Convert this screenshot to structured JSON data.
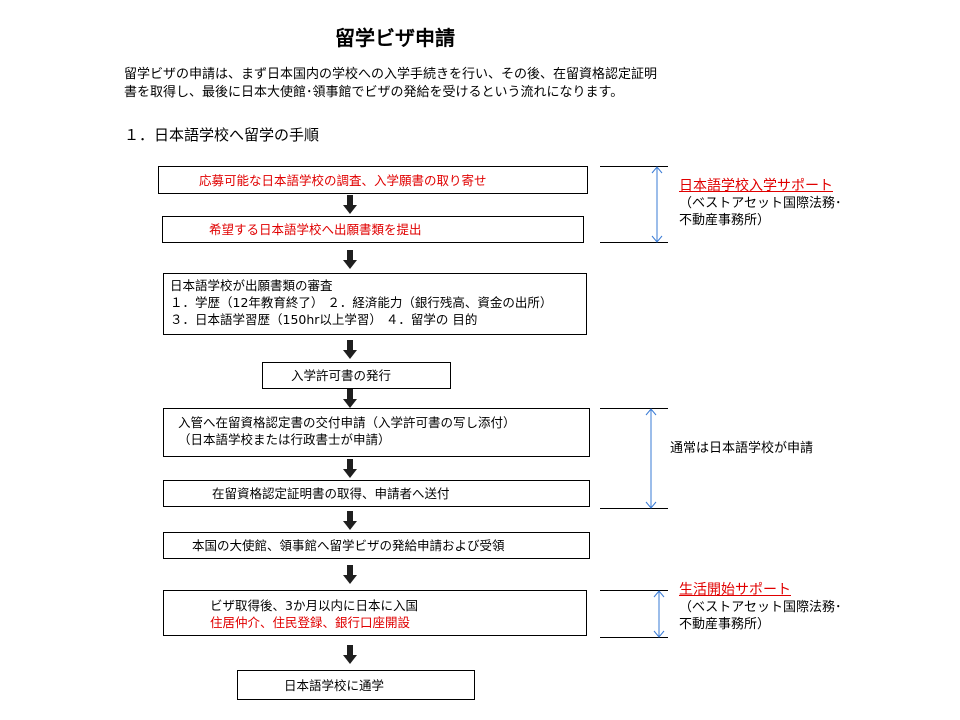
{
  "title": "留学ビザ申請",
  "intro": {
    "line1": "留学ビザの申請は、まず日本国内の学校への入学手続きを行い、その後、在留資格認定証明",
    "line2": "書を取得し、最後に日本大使館･領事館でビザの発給を受けるという流れになります。"
  },
  "section_heading": "１．日本語学校へ留学の手順",
  "steps": [
    {
      "lines": [
        "応募可能な日本語学校の調査、入学願書の取り寄せ"
      ]
    },
    {
      "lines": [
        "希望する日本語学校へ出願書類を提出"
      ]
    },
    {
      "lines": [
        "日本語学校が出願書類の審査",
        "１．学歴（12年教育終了）  ２．経済能力（銀行残高、資金の出所）",
        "３．日本語学習歴（150hr以上学習）   ４．留学の 目的"
      ]
    },
    {
      "lines": [
        "入学許可書の発行"
      ]
    },
    {
      "lines": [
        "入管へ在留資格認定書の交付申請（入学許可書の写し添付）",
        "（日本語学校または行政書士が申請）"
      ]
    },
    {
      "lines": [
        "在留資格認定証明書の取得、申請者へ送付"
      ]
    },
    {
      "lines": [
        "本国の大使館、領事館へ留学ビザの発給申請および受領"
      ]
    },
    {
      "lines": [
        "ビザ取得後、3か月以内に日本に入国",
        "住居仲介、住民登録、銀行口座開設"
      ]
    },
    {
      "lines": [
        "日本語学校に通学"
      ]
    }
  ],
  "side_notes": {
    "school_support": {
      "title": "日本語学校入学サポート",
      "line1": "（ベストアセット国際法務･",
      "line2": "不動産事務所）"
    },
    "usual": {
      "text": "通常は日本語学校が申請"
    },
    "life_support": {
      "title": "生活開始サポート",
      "line1": "（ベストアセット国際法務･",
      "line2": "不動産事務所）"
    }
  },
  "colors": {
    "highlight": "#e00000",
    "bracket_arrow": "#3a7bd5",
    "flow_arrow": "#1f1f1f"
  }
}
